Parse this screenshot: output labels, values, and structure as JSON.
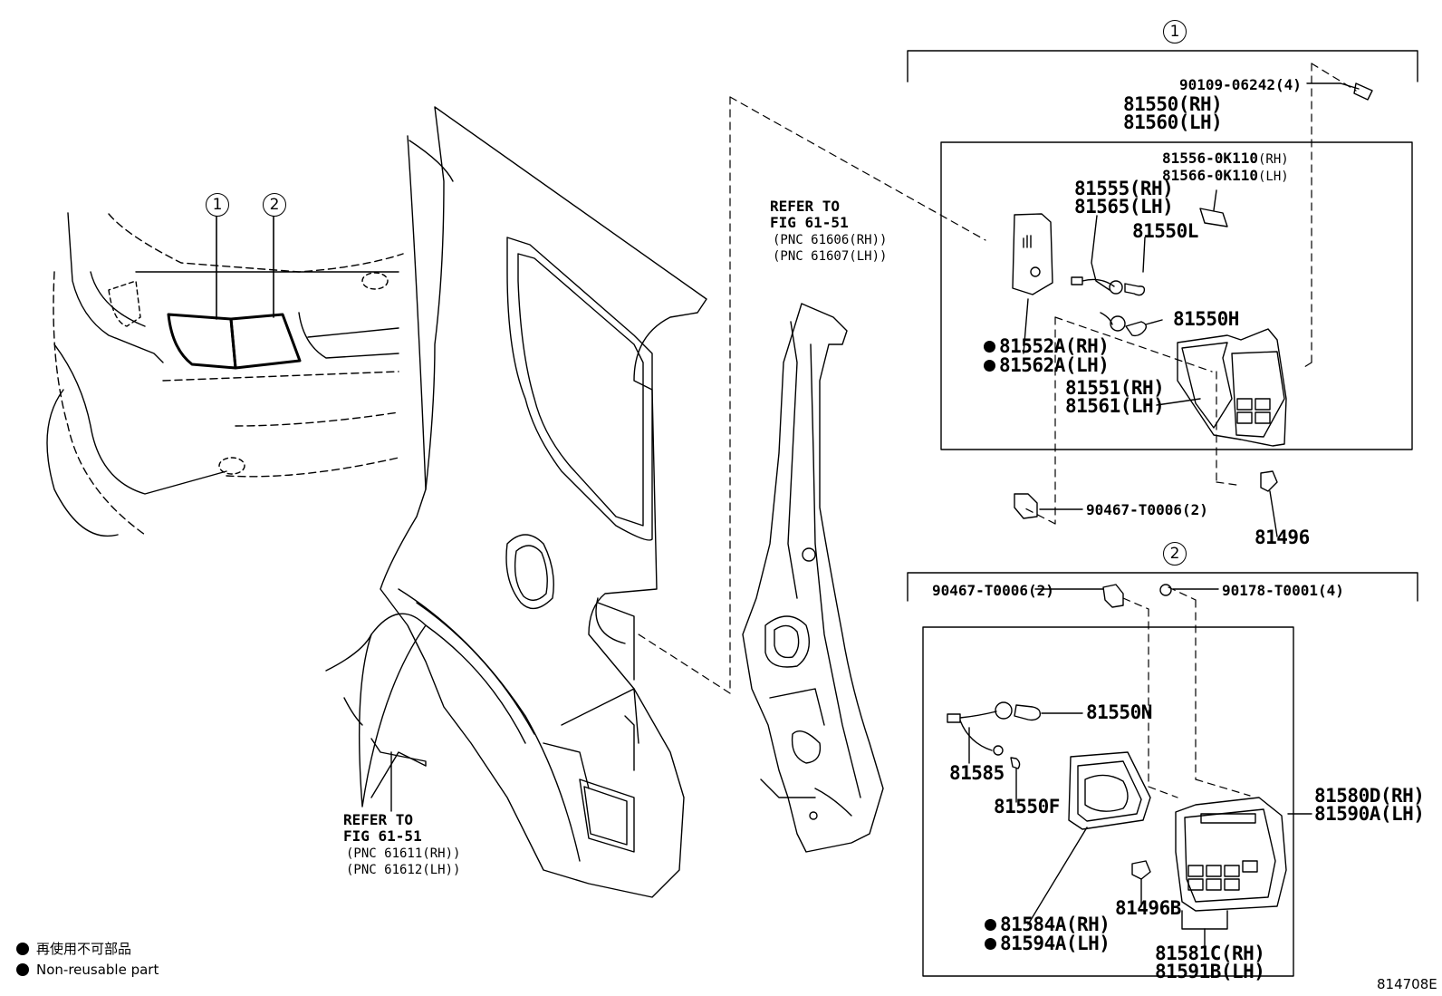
{
  "callouts": {
    "group1": "1",
    "group2": "2",
    "car1": "1",
    "car2": "2"
  },
  "refer_left": {
    "line1": "REFER TO",
    "line2": "FIG 61-51",
    "line3": "(PNC 61611(RH))",
    "line4": "(PNC 61612(LH))"
  },
  "refer_mid": {
    "line1": "REFER TO",
    "line2": "FIG 61-51",
    "line3": "(PNC 61606(RH))",
    "line4": "(PNC 61607(LH))"
  },
  "group1": {
    "p90109": "90109-06242(4)",
    "p81550rh": "81550(RH)",
    "p81560lh": "81560(LH)",
    "p81556": "81556-0K110",
    "p81556_side": "(RH)",
    "p81566": "81566-0K110",
    "p81566_side": "(LH)",
    "p81555": "81555(RH)",
    "p81565": "81565(LH)",
    "p81550l": "81550L",
    "p81550h": "81550H",
    "p81552a": "81552A(RH)",
    "p81562a": "81562A(LH)",
    "p81551": "81551(RH)",
    "p81561": "81561(LH)",
    "p90467": "90467-T0006(2)",
    "p81496": "81496"
  },
  "group2": {
    "p90467": "90467-T0006(2)",
    "p90178": "90178-T0001(4)",
    "p81550n": "81550N",
    "p81585": "81585",
    "p81550f": "81550F",
    "p81580d": "81580D(RH)",
    "p81590a": "81590A(LH)",
    "p81496b": "81496B",
    "p81584a": "81584A(RH)",
    "p81594a": "81594A(LH)",
    "p81581c": "81581C(RH)",
    "p81591b": "81591B(LH)"
  },
  "legend": {
    "jp": "再使用不可部品",
    "en": "Non-reusable part"
  },
  "figure_code": "814708E"
}
